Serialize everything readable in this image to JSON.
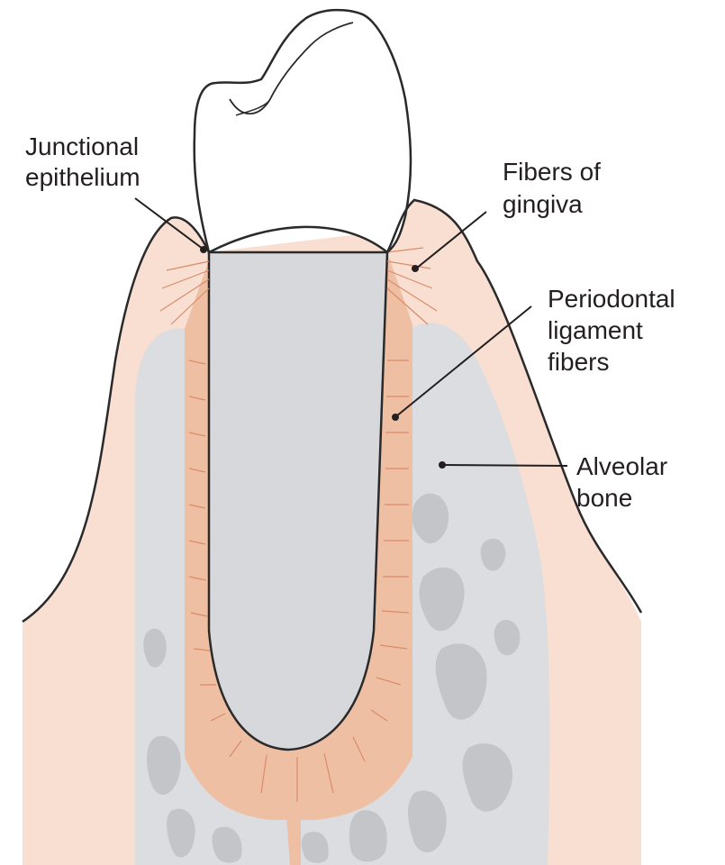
{
  "labels": {
    "junctional_epithelium": [
      "Junctional",
      "epithelium"
    ],
    "fibers_of_gingiva": [
      "Fibers of",
      "gingiva"
    ],
    "periodontal_ligament_fibers": [
      "Periodontal",
      "ligament",
      "fibers"
    ],
    "alveolar_bone": [
      "Alveolar",
      "bone"
    ]
  },
  "colors": {
    "gingiva": "#f8dfd1",
    "gingiva_deep": "#f1c9b3",
    "bone": "#dcdde0",
    "bone_spongy": "#c3c5c9",
    "root": "#d7d8db",
    "crown": "#ffffff",
    "ligament": "#efbfa3",
    "fiber_line": "#d98c6a",
    "outline": "#2b2a2a"
  }
}
